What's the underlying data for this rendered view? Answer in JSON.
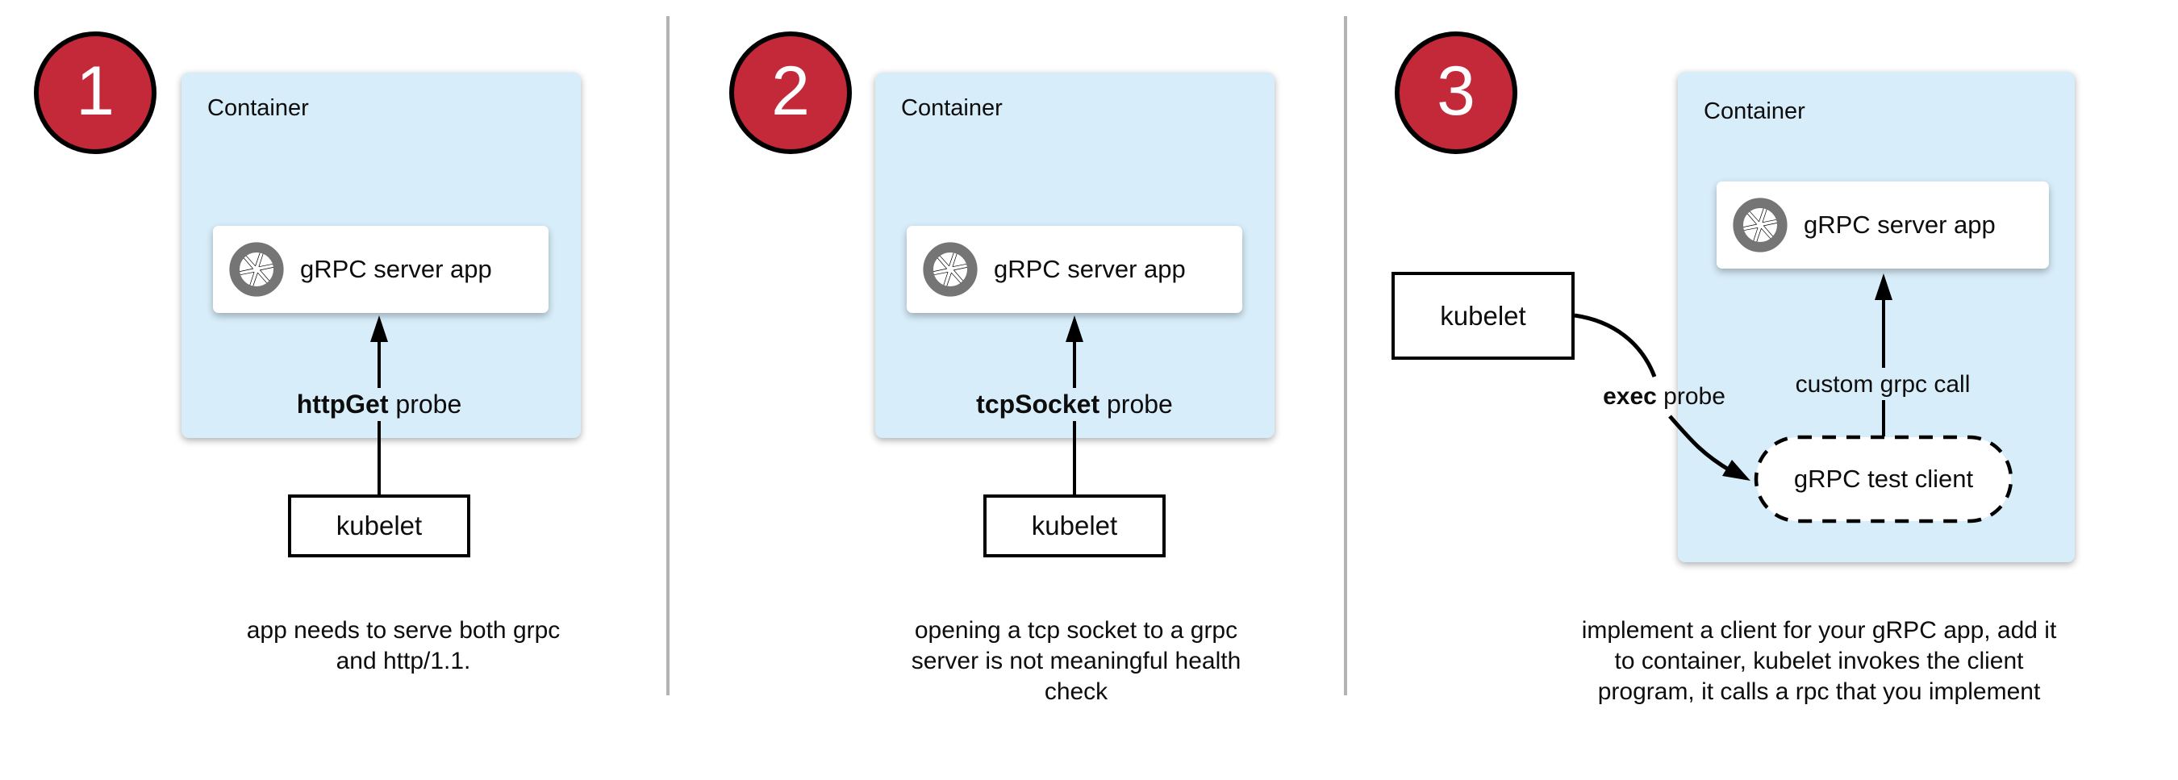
{
  "colors": {
    "step_badge_red": "#c4293a",
    "container_blue": "#d7edf9",
    "divider_gray": "#b3b3b3",
    "icon_gray": "#757575"
  },
  "panels": [
    {
      "step": "1",
      "container_label": "Container",
      "app_label": "gRPC server app",
      "app_icon": "aperture-icon",
      "probe_bold": "httpGet",
      "probe_rest": " probe",
      "kubelet_label": "kubelet",
      "caption": {
        "0": "app needs to serve both grpc",
        "1": "and http/1.1."
      }
    },
    {
      "step": "2",
      "container_label": "Container",
      "app_label": "gRPC server app",
      "app_icon": "aperture-icon",
      "probe_bold": "tcpSocket",
      "probe_rest": " probe",
      "kubelet_label": "kubelet",
      "caption": {
        "0": "opening a tcp socket to a grpc",
        "1": "server is not meaningful health",
        "2": "check"
      }
    },
    {
      "step": "3",
      "container_label": "Container",
      "app_label": "gRPC server app",
      "app_icon": "aperture-icon",
      "probe_bold": "exec",
      "probe_rest": " probe",
      "kubelet_label": "kubelet",
      "client_label": "gRPC test client",
      "call_label": "custom grpc call",
      "caption": {
        "0": "implement a client for your gRPC app, add it",
        "1": "to container, kubelet invokes the client",
        "2": "program, it calls a rpc that you implement"
      }
    }
  ]
}
